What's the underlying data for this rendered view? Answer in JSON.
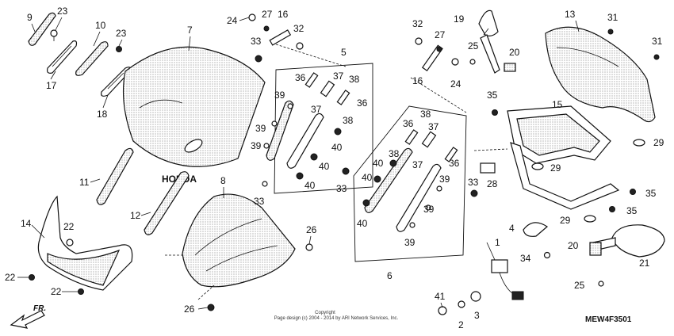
{
  "callouts": {
    "c1": "1",
    "c2": "2",
    "c3": "3",
    "c4": "4",
    "c5": "5",
    "c6": "6",
    "c7": "7",
    "c8": "8",
    "c9": "9",
    "c10": "10",
    "c11": "11",
    "c12": "12",
    "c13": "13",
    "c14": "14",
    "c15": "15",
    "c16": "16",
    "c17": "17",
    "c18": "18",
    "c19": "19",
    "c20": "20",
    "c21": "21",
    "c22": "22",
    "c23": "23",
    "c24": "24",
    "c25": "25",
    "c26": "26",
    "c27": "27",
    "c28": "28",
    "c29": "29",
    "c31": "31",
    "c32": "32",
    "c33": "33",
    "c34": "34",
    "c35": "35",
    "c36": "36",
    "c37": "37",
    "c38": "38",
    "c39": "39",
    "c40": "40",
    "c41": "41"
  },
  "windshield_brand": "HONDA",
  "direction_arrow": "FR.",
  "diagram_code": "MEW4F3501",
  "copyright": {
    "line1": "Copyright",
    "line2": "Page design (c) 2004 - 2014 by ARI Network Services, Inc."
  },
  "colors": {
    "ink": "#111111",
    "background": "#ffffff",
    "stipple": "#9a9a9a"
  }
}
